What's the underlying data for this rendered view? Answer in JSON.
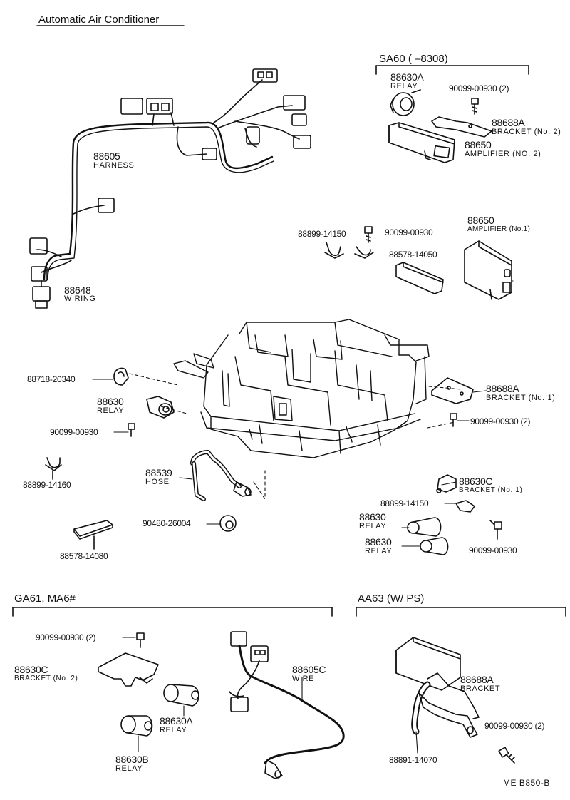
{
  "title": "Automatic Air Conditioner",
  "sections": {
    "sa60": "SA60 (        –8308)",
    "ga61": "GA61, MA6#",
    "aa63": "AA63 (W/ PS)"
  },
  "labels": {
    "harness_pn": "88605",
    "harness_desc": "HARNESS",
    "wiring_pn": "88648",
    "wiring_desc": "WIRING",
    "sa_relay_pn": "88630A",
    "sa_relay_desc": "RELAY",
    "sa_bolt": "90099-00930 (2)",
    "sa_bracket_pn": "88688A",
    "sa_bracket_desc": "BRACKET (No. 2)",
    "sa_amp_pn": "88650",
    "sa_amp_desc": "AMPLIFIER (NO. 2)",
    "clamp_14150_top": "88899-14150",
    "bolt_top": "90099-00930",
    "cushion_14050": "88578-14050",
    "amp1_pn": "88650",
    "amp1_desc": "AMPLIFIER (No.1)",
    "clamp_20340": "88718-20340",
    "relay_pn": "88630",
    "relay_desc": "RELAY",
    "bolt_left": "90099-00930",
    "clamp_14160": "88899-14160",
    "hose_pn": "88539",
    "hose_desc": "HOSE",
    "bracket1_pn": "88688A",
    "bracket1_desc": "BRACKET (No. 1)",
    "bolt_right": "90099-00930 (2)",
    "bracket_c1_pn": "88630C",
    "bracket_c1_desc": "BRACKET (No. 1)",
    "clamp_14150_r": "88899-14150",
    "relay_r1_pn": "88630",
    "relay_r1_desc": "RELAY",
    "relay_r2_pn": "88630",
    "relay_r2_desc": "RELAY",
    "bolt_r3": "90099-00930",
    "grommet": "90480-26004",
    "cushion_14080": "88578-14080",
    "ga_bolt": "90099-00930 (2)",
    "ga_bracket_pn": "88630C",
    "ga_bracket_desc": "BRACKET (No. 2)",
    "ga_relay_a_pn": "88630A",
    "ga_relay_a_desc": "RELAY",
    "ga_relay_b_pn": "88630B",
    "ga_relay_b_desc": "RELAY",
    "wire_pn": "88605C",
    "wire_desc": "WIRE",
    "aa_bracket_pn": "88688A",
    "aa_bracket_desc": "BRACKET",
    "aa_bolt": "90099-00930 (2)",
    "aa_clamp": "88891-14070"
  },
  "ref_code": "ME  B850-B"
}
